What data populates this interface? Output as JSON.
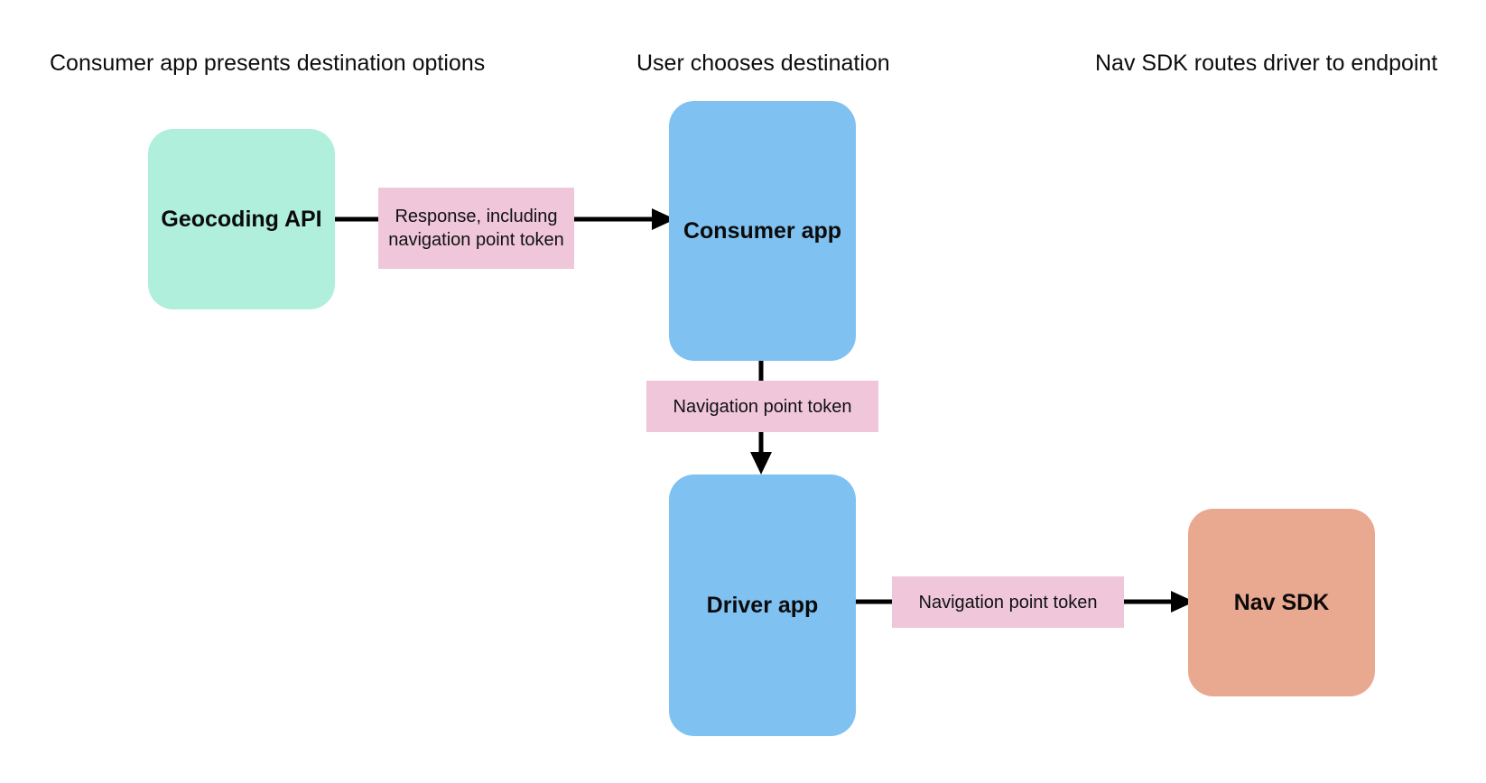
{
  "diagram": {
    "title_row": [
      {
        "id": "col-1",
        "text": "Consumer app presents destination options"
      },
      {
        "id": "col-2",
        "text": "User chooses destination"
      },
      {
        "id": "col-3",
        "text": "Nav SDK routes driver to endpoint"
      }
    ],
    "nodes": [
      {
        "id": "geocoding-api",
        "label": "Geocoding API",
        "color": "#AFEFDB"
      },
      {
        "id": "consumer-app",
        "label": "Consumer app",
        "color": "#7FC1F0"
      },
      {
        "id": "driver-app",
        "label": "Driver app",
        "color": "#7FC1F0"
      },
      {
        "id": "nav-sdk",
        "label": "Nav SDK",
        "color": "#E9A890"
      }
    ],
    "edge_labels": [
      {
        "id": "response-token",
        "text": "Response, including navigation point token",
        "color": "#EFC6DA"
      },
      {
        "id": "nav-token-vertical",
        "text": "Navigation point token",
        "color": "#EFC6DA"
      },
      {
        "id": "nav-token-horizontal",
        "text": "Navigation point token",
        "color": "#EFC6DA"
      }
    ],
    "edges": [
      {
        "id": "geocoding-to-consumer",
        "from": "geocoding-api",
        "to": "consumer-app",
        "direction": "right"
      },
      {
        "id": "consumer-to-driver",
        "from": "consumer-app",
        "to": "driver-app",
        "direction": "down"
      },
      {
        "id": "driver-to-navsdk",
        "from": "driver-app",
        "to": "nav-sdk",
        "direction": "right"
      }
    ],
    "colors": {
      "background": "#FFFFFF",
      "line": "#000000",
      "text": "#0D0D0D"
    }
  }
}
